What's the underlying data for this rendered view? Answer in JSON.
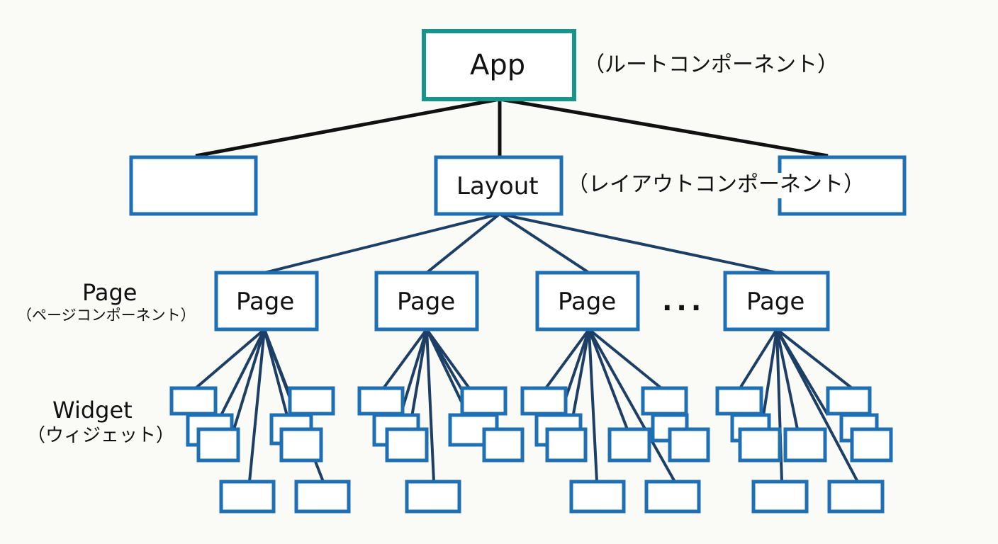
{
  "root": {
    "label": "App",
    "note": "（ルートコンポーネント）",
    "border_color": "#17958b"
  },
  "layout": {
    "label": "Layout",
    "note": "（レイアウトコンポーネント）"
  },
  "pages": {
    "labels": [
      "Page",
      "Page",
      "Page",
      "Page"
    ],
    "ellipsis": "..."
  },
  "legend": {
    "page_title": "Page",
    "page_sub": "（ページコンポーネント）",
    "widget_title": "Widget",
    "widget_sub": "（ウィジェット）"
  },
  "colors": {
    "node": "#1f6fb5",
    "edge_top": "#111111",
    "edge": "#1d3f66"
  }
}
